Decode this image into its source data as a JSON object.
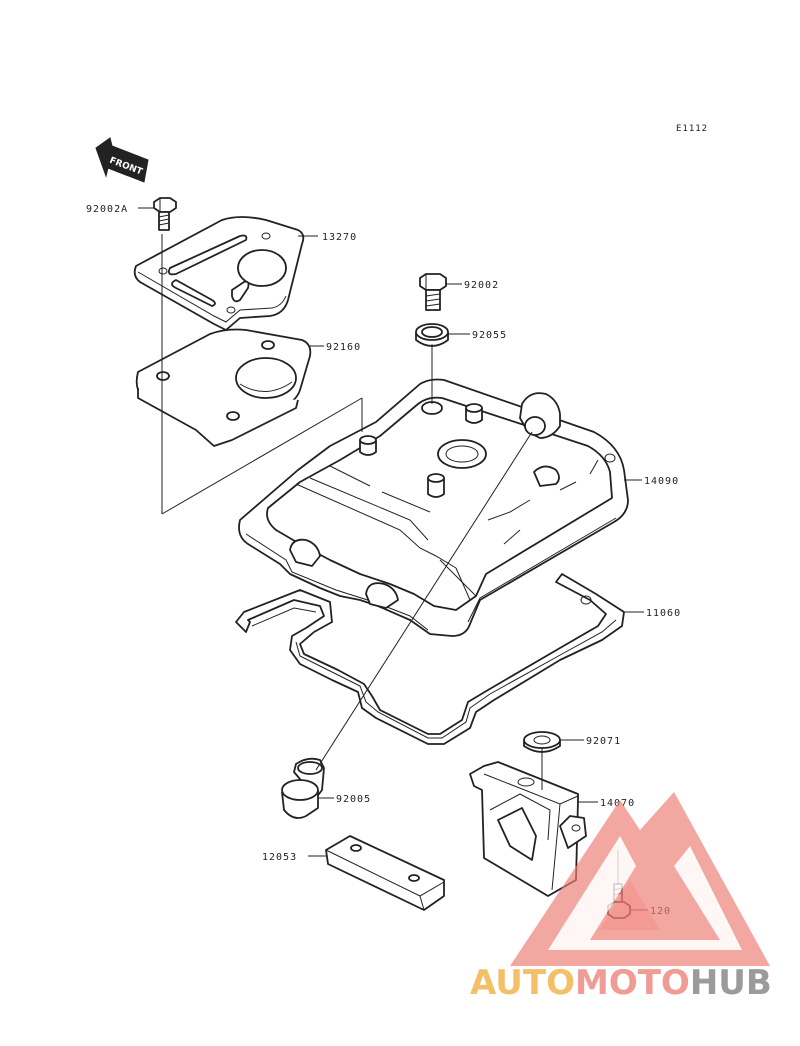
{
  "diagram_code": "E1112",
  "front_label": "FRONT",
  "parts": [
    {
      "number": "92002A",
      "name": "bolt"
    },
    {
      "number": "13270",
      "name": "plate"
    },
    {
      "number": "92160",
      "name": "gasket-spacer"
    },
    {
      "number": "92002",
      "name": "bolt"
    },
    {
      "number": "92055",
      "name": "washer"
    },
    {
      "number": "14090",
      "name": "cylinder-head-cover"
    },
    {
      "number": "11060",
      "name": "cover-gasket"
    },
    {
      "number": "92071",
      "name": "grommet"
    },
    {
      "number": "14070",
      "name": "bracket"
    },
    {
      "number": "92005",
      "name": "fitting"
    },
    {
      "number": "12053",
      "name": "pad"
    },
    {
      "number": "120",
      "name": "bolt"
    }
  ],
  "watermark": {
    "part1": "AUTO",
    "part2": "MOTO",
    "part3": "HUB",
    "colors": {
      "auto": "#f3b64d",
      "moto": "#ee8a82",
      "hub": "#8a8a8a",
      "triangle": "#ee7e76"
    }
  }
}
